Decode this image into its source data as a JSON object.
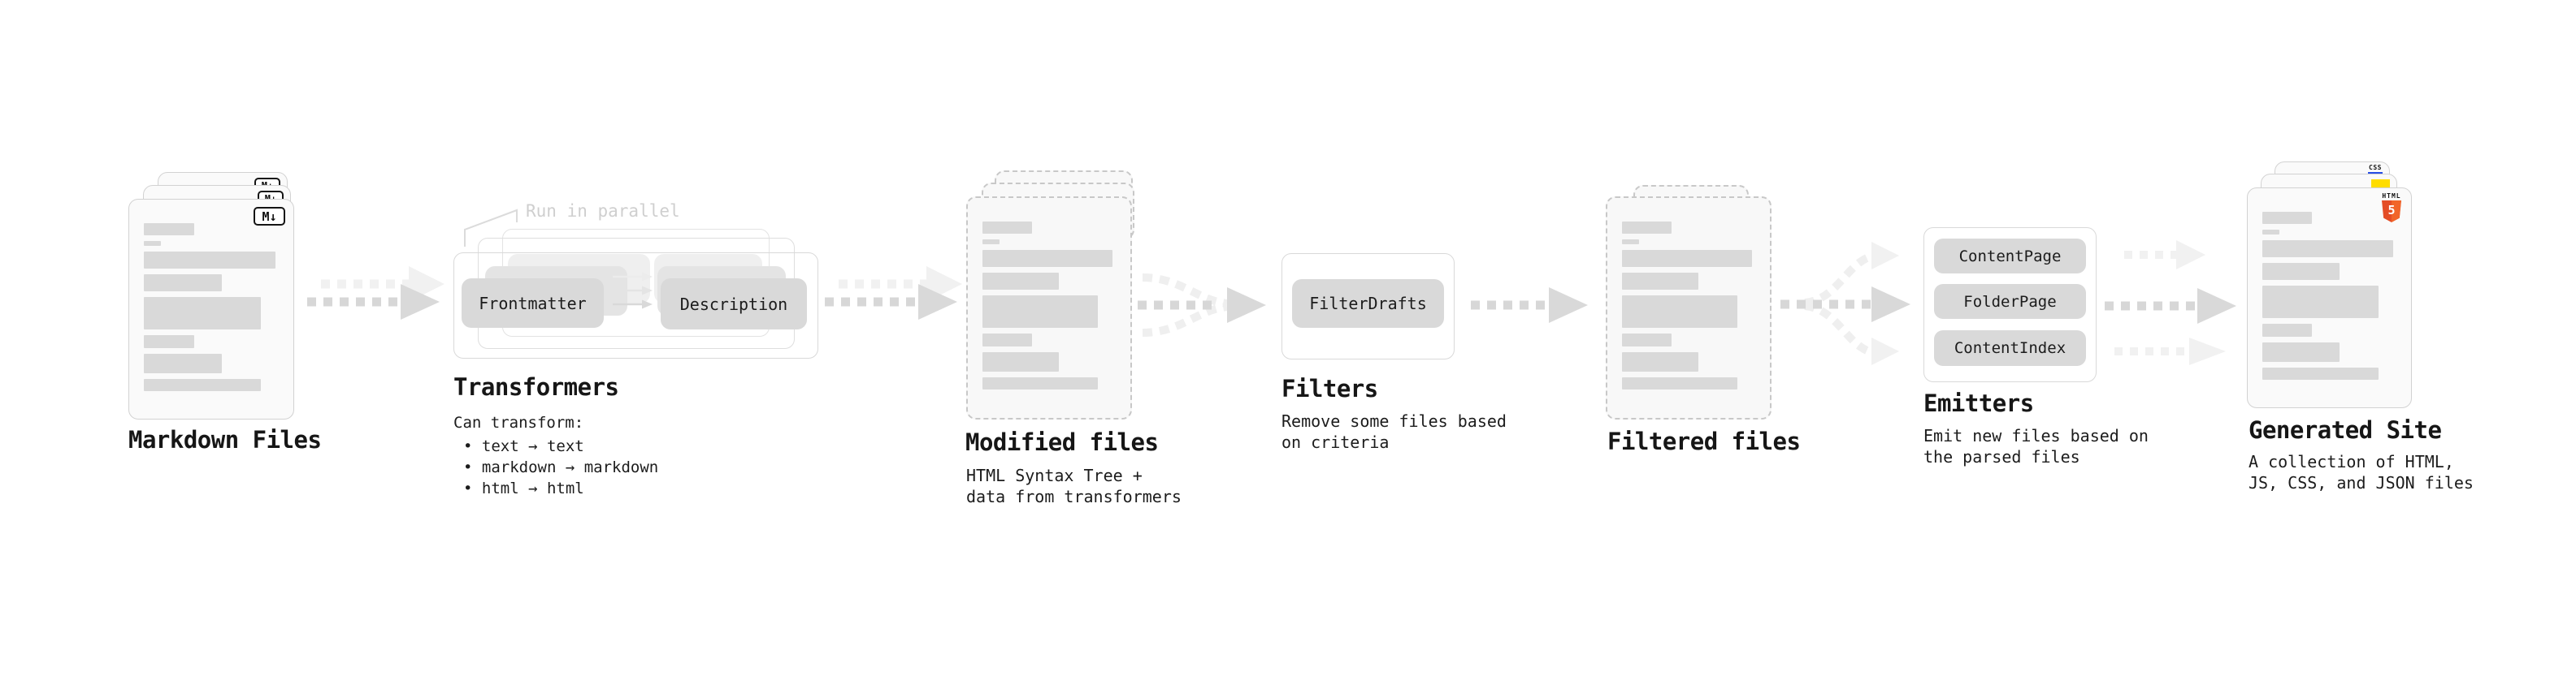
{
  "markdown_files": {
    "label": "Markdown Files"
  },
  "transformers": {
    "label": "Transformers",
    "note": "Run in parallel",
    "frontmatter_pill": "Frontmatter",
    "description_pill": "Description",
    "can_transform": "Can transform:",
    "bullets": [
      "• text → text",
      "• markdown → markdown",
      "• html → html"
    ]
  },
  "modified_files": {
    "label": "Modified files",
    "desc1": "HTML Syntax Tree +",
    "desc2": "data from transformers"
  },
  "filters": {
    "label": "Filters",
    "pill": "FilterDrafts",
    "desc1": "Remove some files based",
    "desc2": "on criteria"
  },
  "filtered_files": {
    "label": "Filtered files"
  },
  "emitters": {
    "label": "Emitters",
    "pills": [
      "ContentPage",
      "FolderPage",
      "ContentIndex"
    ],
    "desc1": "Emit new files based on",
    "desc2": "the parsed files"
  },
  "generated_site": {
    "label": "Generated Site",
    "desc1": "A collection of HTML,",
    "desc2": "JS, CSS, and JSON files"
  },
  "icons": {
    "markdown_badge": "M↓",
    "html_badge_label": "HTML",
    "html_badge_number": "5",
    "css_badge": "CSS"
  },
  "colors": {
    "pill_gray": "#d9d9d9",
    "arrow_dark": "#d7d7d7",
    "arrow_light": "#f0f0f0",
    "html_orange": "#e44d26",
    "js_yellow": "#ffdd00",
    "css_blue": "#264de4"
  }
}
